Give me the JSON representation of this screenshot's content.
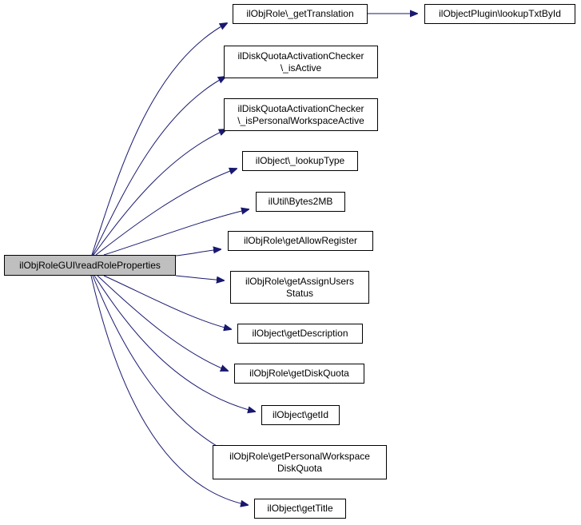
{
  "colors": {
    "edge": "#191970",
    "root_fill": "#bfbfbf",
    "node_fill": "#ffffff",
    "node_border": "#000000"
  },
  "nodes": {
    "root": {
      "lines": [
        "ilObjRoleGUI\\readRoleProperties"
      ]
    },
    "get_translation": {
      "lines": [
        "ilObjRole\\_getTranslation"
      ]
    },
    "lookup_txt_by_id": {
      "lines": [
        "ilObjectPlugin\\lookupTxtById"
      ]
    },
    "is_active": {
      "lines": [
        "ilDiskQuotaActivationChecker",
        "\\_isActive"
      ]
    },
    "is_personal_workspace_active": {
      "lines": [
        "ilDiskQuotaActivationChecker",
        "\\_isPersonalWorkspaceActive"
      ]
    },
    "lookup_type": {
      "lines": [
        "ilObject\\_lookupType"
      ]
    },
    "bytes2mb": {
      "lines": [
        "ilUtil\\Bytes2MB"
      ]
    },
    "get_allow_register": {
      "lines": [
        "ilObjRole\\getAllowRegister"
      ]
    },
    "get_assign_users_status": {
      "lines": [
        "ilObjRole\\getAssignUsers",
        "Status"
      ]
    },
    "get_description": {
      "lines": [
        "ilObject\\getDescription"
      ]
    },
    "get_disk_quota": {
      "lines": [
        "ilObjRole\\getDiskQuota"
      ]
    },
    "get_id": {
      "lines": [
        "ilObject\\getId"
      ]
    },
    "get_personal_workspace_disk_quota": {
      "lines": [
        "ilObjRole\\getPersonalWorkspace",
        "DiskQuota"
      ]
    },
    "get_title": {
      "lines": [
        "ilObject\\getTitle"
      ]
    }
  },
  "edges": [
    [
      "root",
      "get_translation"
    ],
    [
      "get_translation",
      "lookup_txt_by_id"
    ],
    [
      "root",
      "is_active"
    ],
    [
      "root",
      "is_personal_workspace_active"
    ],
    [
      "root",
      "lookup_type"
    ],
    [
      "root",
      "bytes2mb"
    ],
    [
      "root",
      "get_allow_register"
    ],
    [
      "root",
      "get_assign_users_status"
    ],
    [
      "root",
      "get_description"
    ],
    [
      "root",
      "get_disk_quota"
    ],
    [
      "root",
      "get_id"
    ],
    [
      "root",
      "get_personal_workspace_disk_quota"
    ],
    [
      "root",
      "get_title"
    ]
  ]
}
